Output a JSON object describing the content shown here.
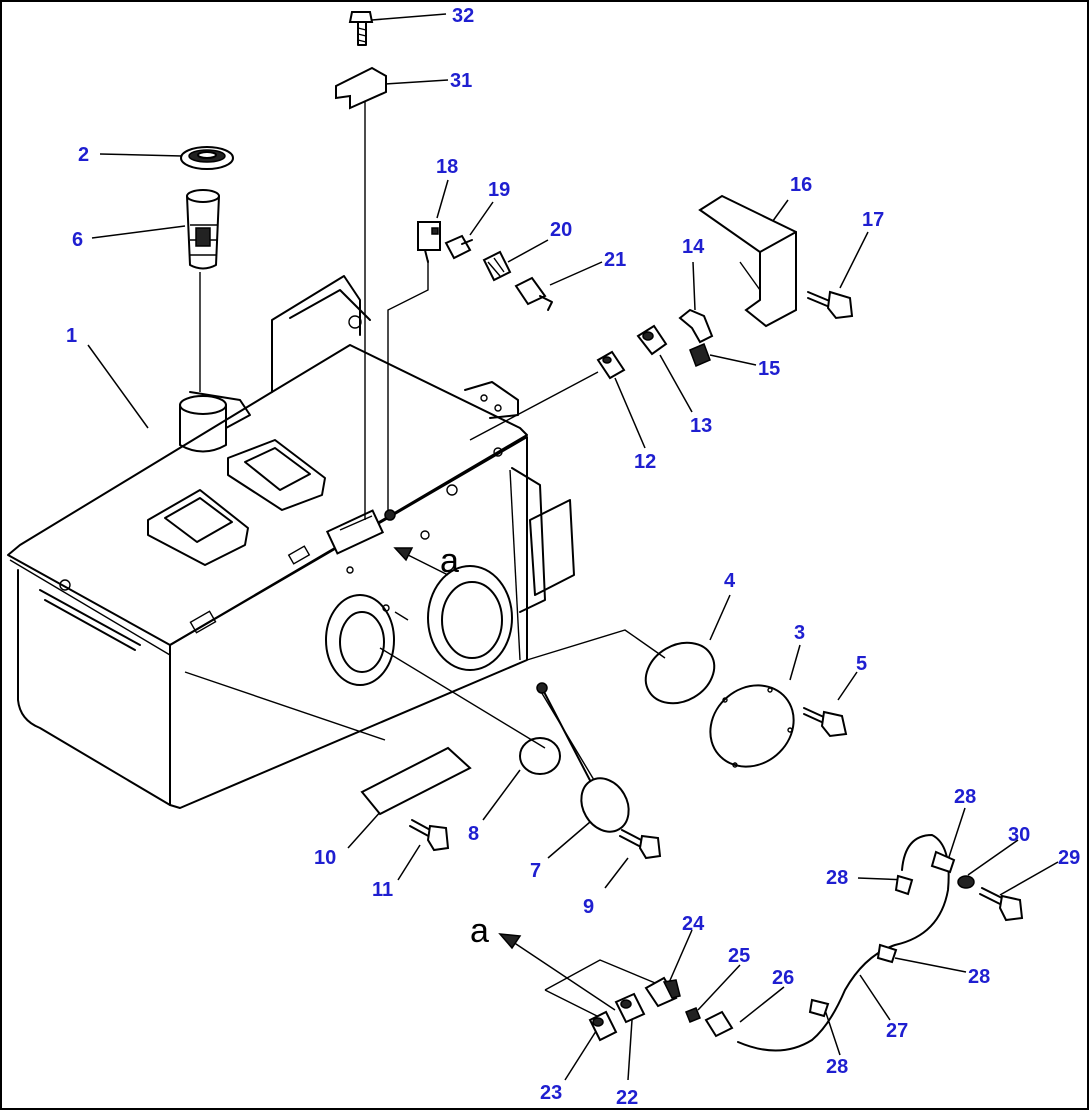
{
  "diagram": {
    "callouts": [
      {
        "id": "c32",
        "label": "32"
      },
      {
        "id": "c31",
        "label": "31"
      },
      {
        "id": "c2",
        "label": "2"
      },
      {
        "id": "c6",
        "label": "6"
      },
      {
        "id": "c18",
        "label": "18"
      },
      {
        "id": "c19",
        "label": "19"
      },
      {
        "id": "c20",
        "label": "20"
      },
      {
        "id": "c21",
        "label": "21"
      },
      {
        "id": "c16",
        "label": "16"
      },
      {
        "id": "c17",
        "label": "17"
      },
      {
        "id": "c14",
        "label": "14"
      },
      {
        "id": "c15",
        "label": "15"
      },
      {
        "id": "c13",
        "label": "13"
      },
      {
        "id": "c12",
        "label": "12"
      },
      {
        "id": "c1",
        "label": "1"
      },
      {
        "id": "c4",
        "label": "4"
      },
      {
        "id": "c3",
        "label": "3"
      },
      {
        "id": "c5",
        "label": "5"
      },
      {
        "id": "c8",
        "label": "8"
      },
      {
        "id": "c7",
        "label": "7"
      },
      {
        "id": "c9",
        "label": "9"
      },
      {
        "id": "c10",
        "label": "10"
      },
      {
        "id": "c11",
        "label": "11"
      },
      {
        "id": "c28a",
        "label": "28"
      },
      {
        "id": "c28b",
        "label": "28"
      },
      {
        "id": "c30",
        "label": "30"
      },
      {
        "id": "c29",
        "label": "29"
      },
      {
        "id": "c28c",
        "label": "28"
      },
      {
        "id": "c24",
        "label": "24"
      },
      {
        "id": "c25",
        "label": "25"
      },
      {
        "id": "c26",
        "label": "26"
      },
      {
        "id": "c27",
        "label": "27"
      },
      {
        "id": "c28d",
        "label": "28"
      },
      {
        "id": "c23",
        "label": "23"
      },
      {
        "id": "c22",
        "label": "22"
      }
    ],
    "view_refs": [
      {
        "id": "ref-a-tank",
        "label": "a"
      },
      {
        "id": "ref-a-harness",
        "label": "a"
      }
    ],
    "colors": {
      "callout": "#1f1fd0",
      "line": "#000000",
      "background": "#ffffff"
    }
  }
}
